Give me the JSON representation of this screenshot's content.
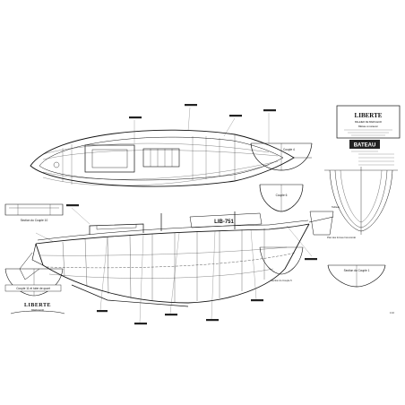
{
  "title_block": {
    "title": "LIBERTE",
    "subtitle": "BALEIER DE BARFLEUR",
    "line1": "Bâtisse à restaurer",
    "line2": "",
    "logo": "BATEAU"
  },
  "bottom_left": {
    "title": "LIBERTE",
    "subtitle": "BARFLEUR"
  },
  "labels": {
    "couple_top": "Couple 4",
    "couple_mid": "Couple 6",
    "couple_section_right": "Couple 4",
    "section_left_1": "Section du Couple 10",
    "section_left_2": "Couple 11 et tube de quart",
    "section_mid": "Section du Couple 5",
    "section_right": "Section du Couple 1",
    "tableau": "Tableau",
    "plan_formes": "Plan des formes hors-bordé",
    "hull_name": "LIB-751",
    "scale": "1:10"
  }
}
